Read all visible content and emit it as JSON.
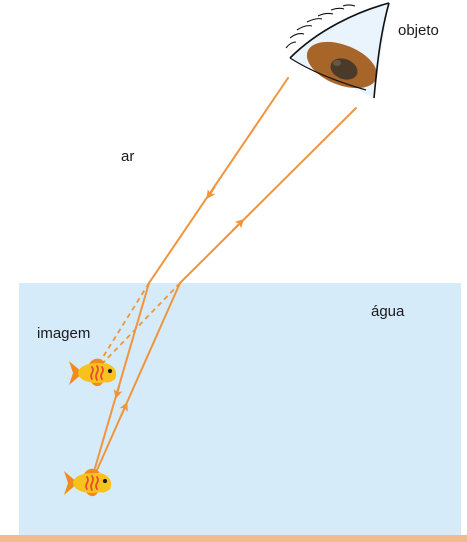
{
  "labels": {
    "objeto": "objeto",
    "ar": "ar",
    "agua": "água",
    "imagem": "imagem"
  },
  "colors": {
    "water": "#d6ebfa",
    "ray": "#f0953c",
    "floor": "#f3bb8d",
    "fish_body": "#f7c21d",
    "fish_stripe": "#e84a2e",
    "fish_fin": "#f28a1e",
    "eye_iris": "#a8652a",
    "eye_pupil": "#4a3a2a"
  },
  "icons": [
    "eye-icon",
    "fish-icon",
    "fish-image-icon"
  ]
}
